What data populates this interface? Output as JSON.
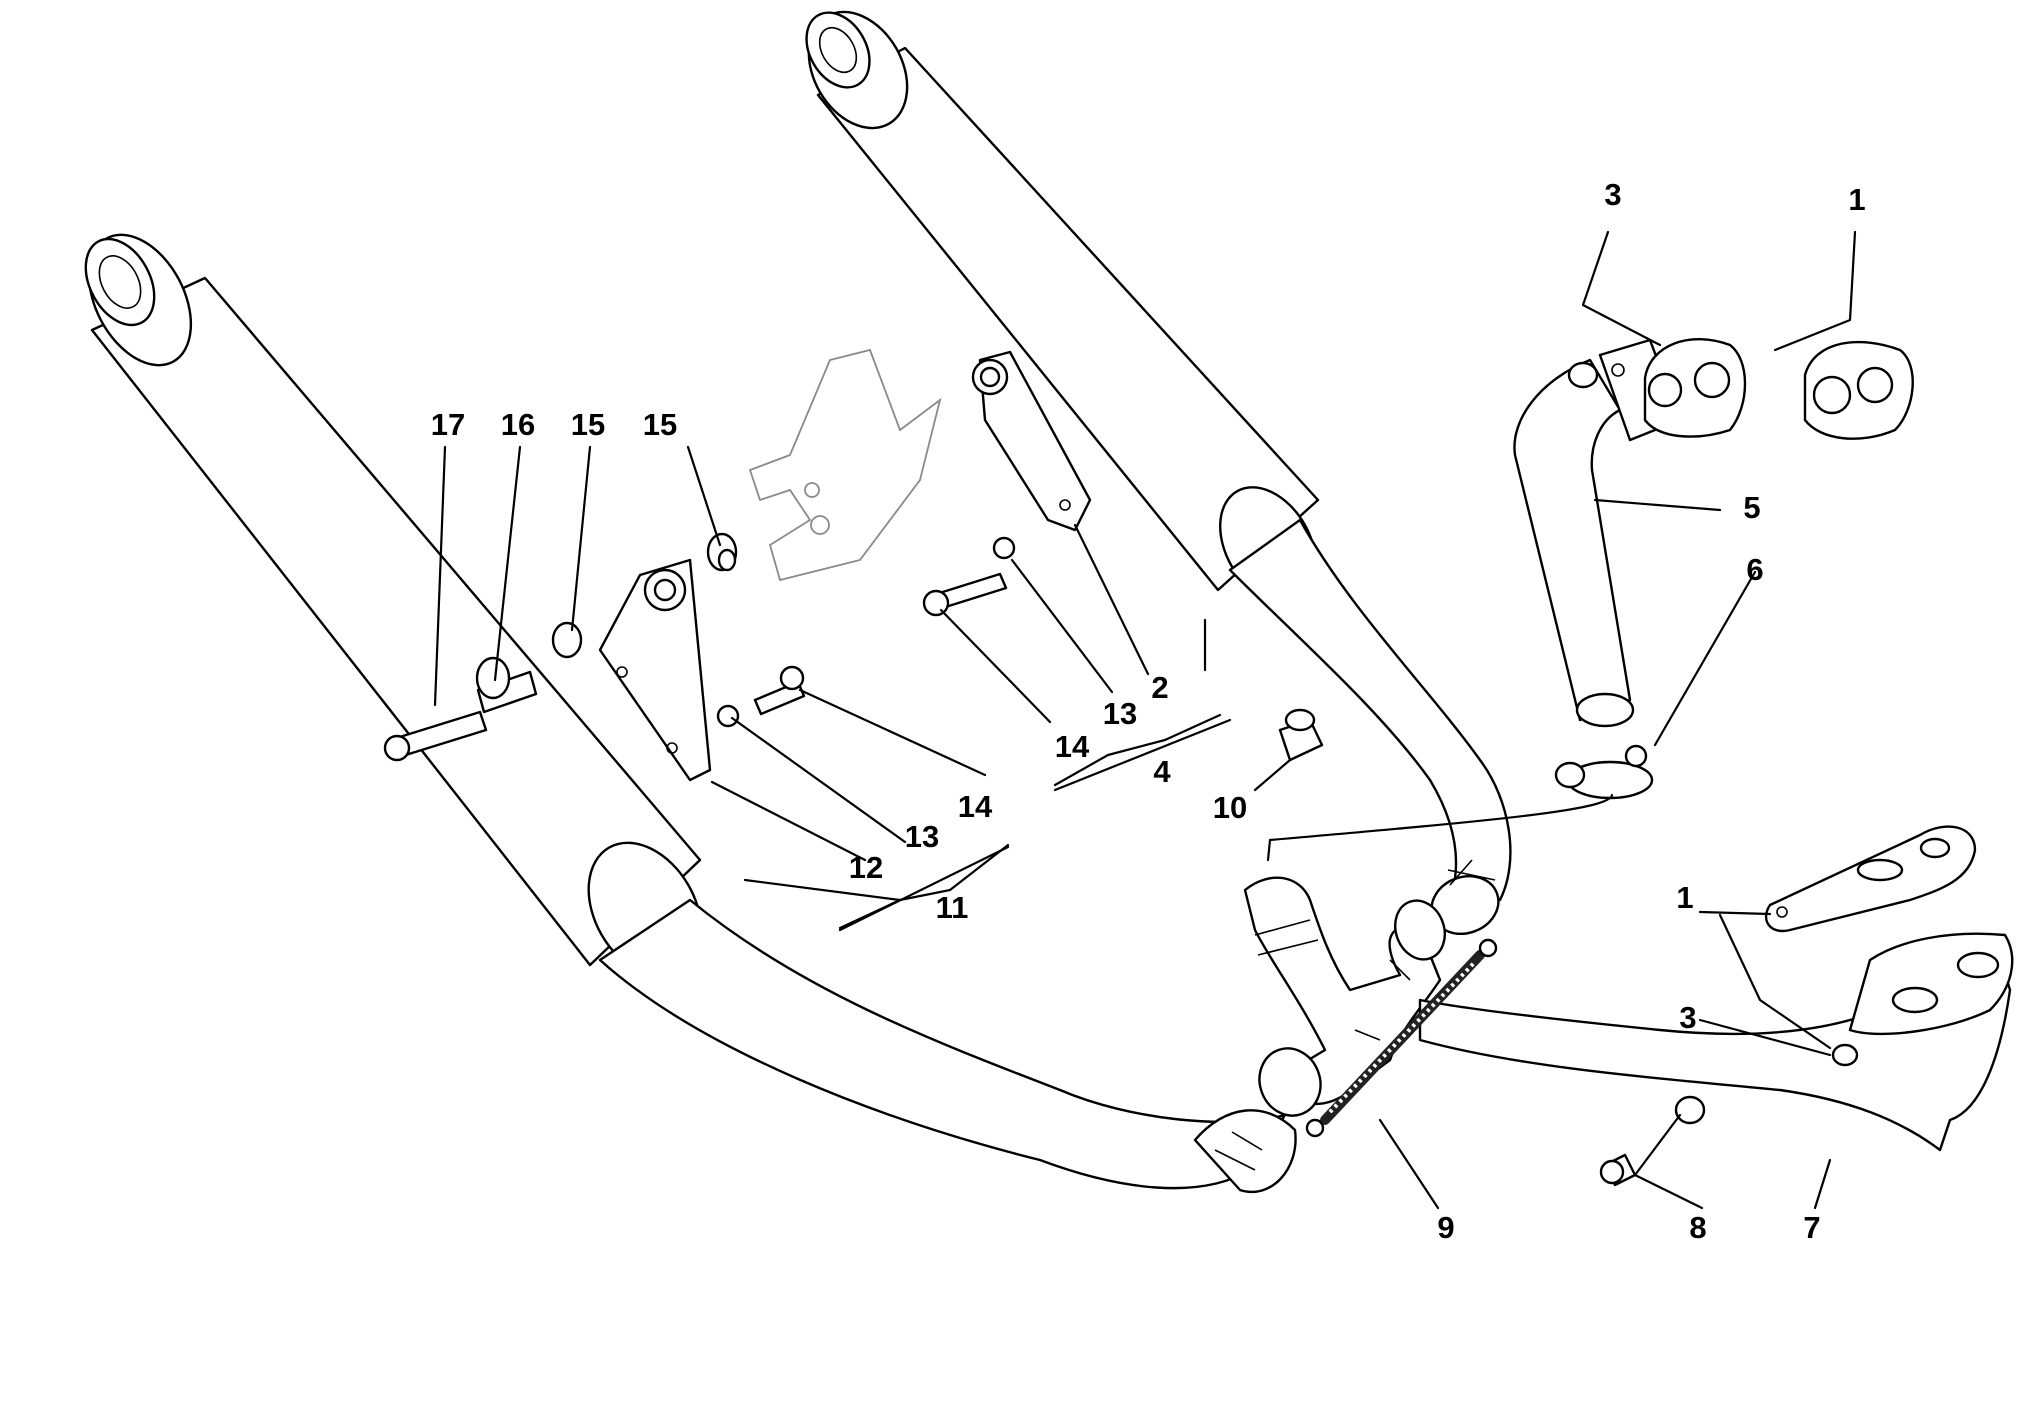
{
  "callouts": {
    "c1_top": "1",
    "c3_top": "3",
    "c5": "5",
    "c6": "6",
    "c17": "17",
    "c16": "16",
    "c15a": "15",
    "c15b": "15",
    "c2": "2",
    "c13_right": "13",
    "c14_right": "14",
    "c4": "4",
    "c10": "10",
    "c13_left": "13",
    "c14_left": "14",
    "c12": "12",
    "c11": "11",
    "c1_bottom": "1",
    "c3_bottom": "3",
    "c9": "9",
    "c8": "8",
    "c7": "7"
  }
}
